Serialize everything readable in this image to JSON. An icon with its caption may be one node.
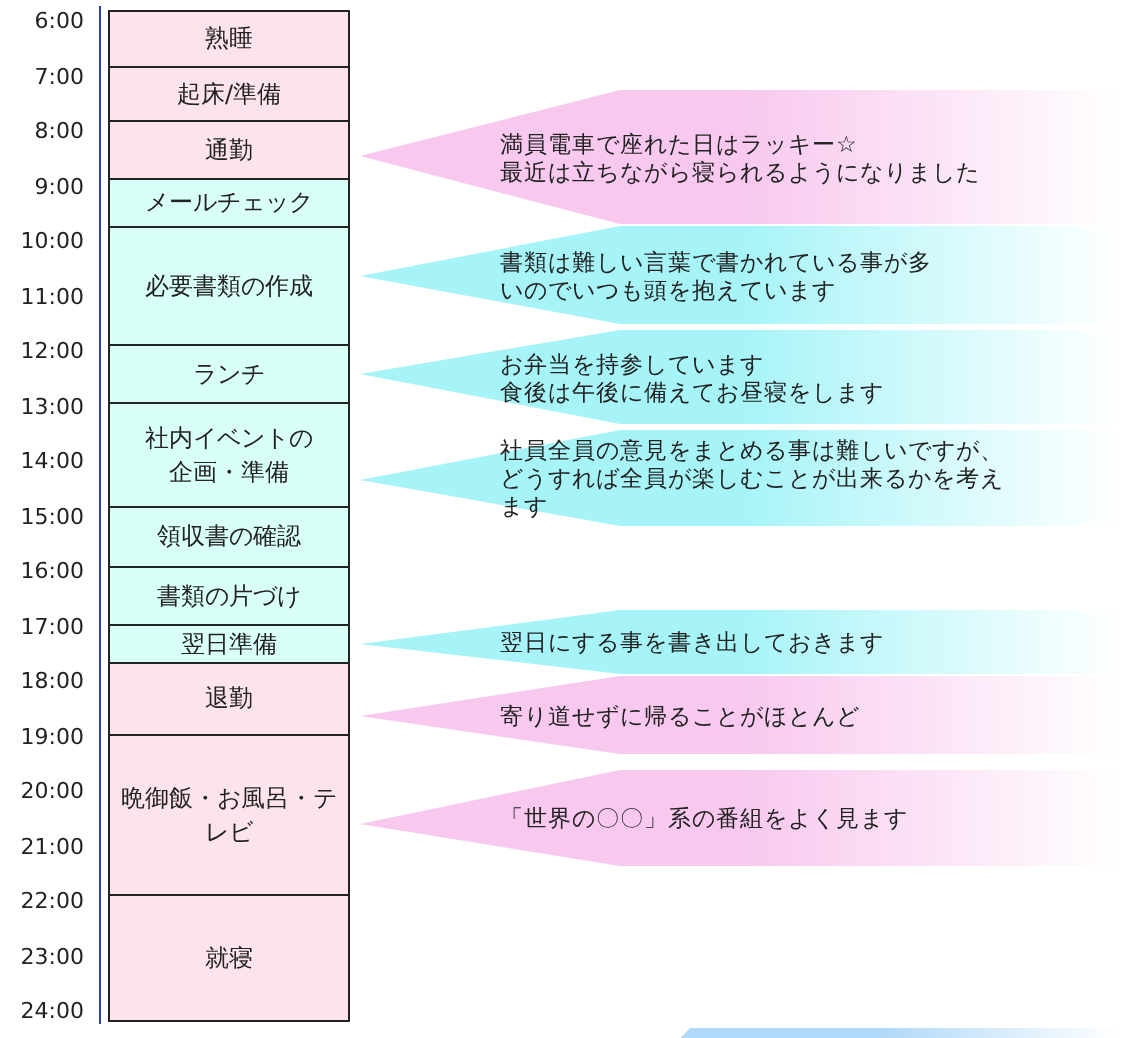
{
  "diagram": {
    "nodes": [
      {
        "text": [
          "熟睡"
        ]
      },
      {
        "text": [
          "起床/準備"
        ]
      },
      {
        "text": [
          "通勤"
        ]
      },
      {
        "text": [
          "メールチェック"
        ]
      },
      {
        "text": [
          "必要書類の作成"
        ]
      },
      {
        "text": [
          "ランチ"
        ]
      },
      {
        "text": [
          "社内イベントの企画・準備"
        ]
      },
      {
        "text": [
          "領収書の確認"
        ]
      },
      {
        "text": [
          "書類の片づけ"
        ]
      },
      {
        "text": [
          "翌日準備"
        ]
      },
      {
        "text": [
          "退勤"
        ]
      },
      {
        "text": [
          "晩御飯・お風呂・テレビ"
        ]
      },
      {
        "text": [
          "就寝"
        ]
      },
      {
        "text": [
          "満員電車で座れた日はラッキー☆",
          "最近は立ちながら寝られるようになりました"
        ]
      },
      {
        "text": [
          "書類は難しい言葉で書かれている事が多いのでいつも頭を抱えています"
        ]
      },
      {
        "text": [
          "お弁当を持参しています",
          "食後は午後に備えてお昼寝をします"
        ]
      },
      {
        "text": [
          "社員全員の意見をまとめる事は難しいですが、どうすれば全員が楽しむことが出来るかを考えます"
        ]
      },
      {
        "text": [
          "翌日にする事を書き出しておきます"
        ]
      },
      {
        "text": [
          "寄り道せずに帰ることがほとんど"
        ]
      },
      {
        "text": [
          "「世界の〇〇」系の番組をよく見ます"
        ]
      },
      {
        "text": [],
        "shape": "arrow"
      }
    ],
    "labels": [
      "6:00",
      "7:00",
      "8:00",
      "9:00",
      "10:00",
      "11:00",
      "12:00",
      "13:00",
      "14:00",
      "15:00",
      "16:00",
      "17:00",
      "18:00",
      "19:00",
      "20:00",
      "21:00",
      "22:00",
      "23:00",
      "24:00"
    ]
  }
}
